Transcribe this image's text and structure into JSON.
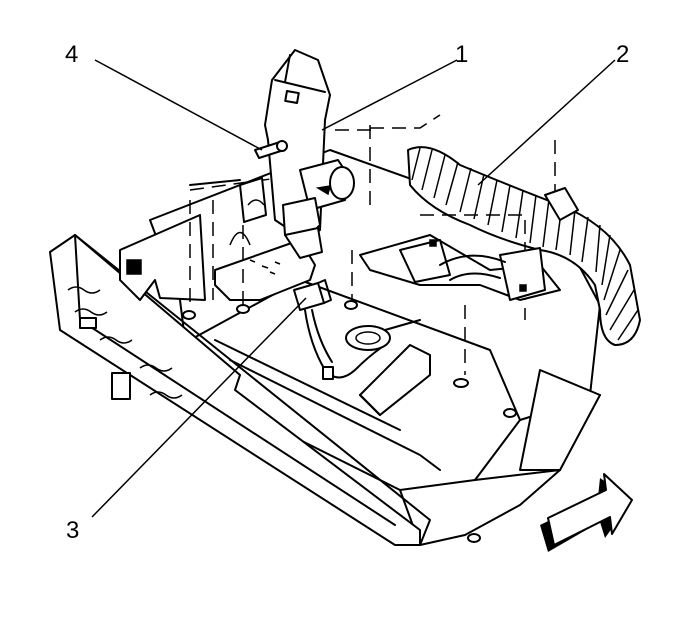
{
  "callouts": [
    {
      "id": "1",
      "label": "1"
    },
    {
      "id": "2",
      "label": "2"
    },
    {
      "id": "3",
      "label": "3"
    },
    {
      "id": "4",
      "label": "4"
    }
  ],
  "colors": {
    "ink": "#000000",
    "paper": "#ffffff"
  },
  "icons": {
    "direction_arrow": "arrow-right-icon"
  }
}
